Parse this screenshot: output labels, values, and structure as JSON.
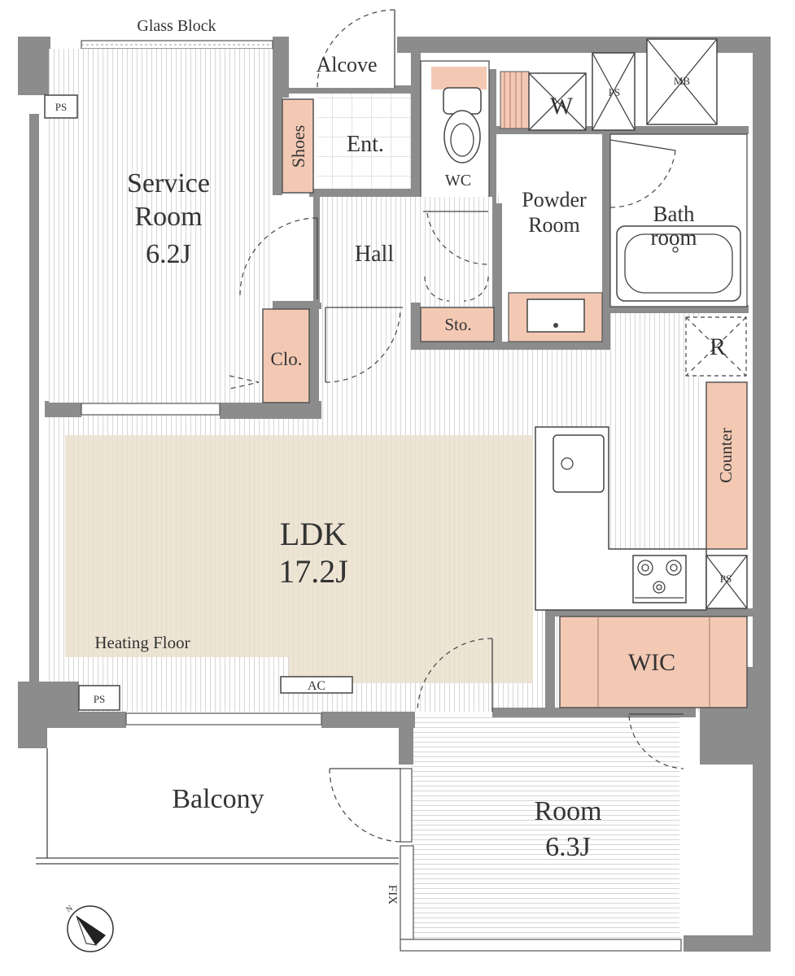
{
  "plan": {
    "glass_block": "Glass Block",
    "alcove": "Alcove",
    "ps_label": "PS",
    "mb_label": "MB",
    "w_label": "W",
    "shoes": "Shoes",
    "entrance": "Ent.",
    "wc": "WC",
    "powder_room": [
      "Powder",
      "Room"
    ],
    "bathroom": [
      "Bath",
      "room"
    ],
    "service_room": [
      "Service",
      "Room",
      "6.2J"
    ],
    "hall": "Hall",
    "storage": "Sto.",
    "closet": "Clo.",
    "refrigerator": "R",
    "counter": "Counter",
    "ldk": [
      "LDK",
      "17.2J"
    ],
    "heating_floor": "Heating Floor",
    "ac": "AC",
    "wic": "WIC",
    "balcony": "Balcony",
    "room": [
      "Room",
      "6.3J"
    ],
    "fix": "FIX"
  },
  "colors": {
    "wall": "#8c8c8c",
    "storage_fill": "#f3c9b4",
    "heating_floor_fill": "#eadfcc"
  },
  "icons": [
    "north-arrow-icon",
    "sink-icon",
    "stove-icon",
    "toilet-icon",
    "bathtub-icon",
    "washbasin-icon"
  ]
}
